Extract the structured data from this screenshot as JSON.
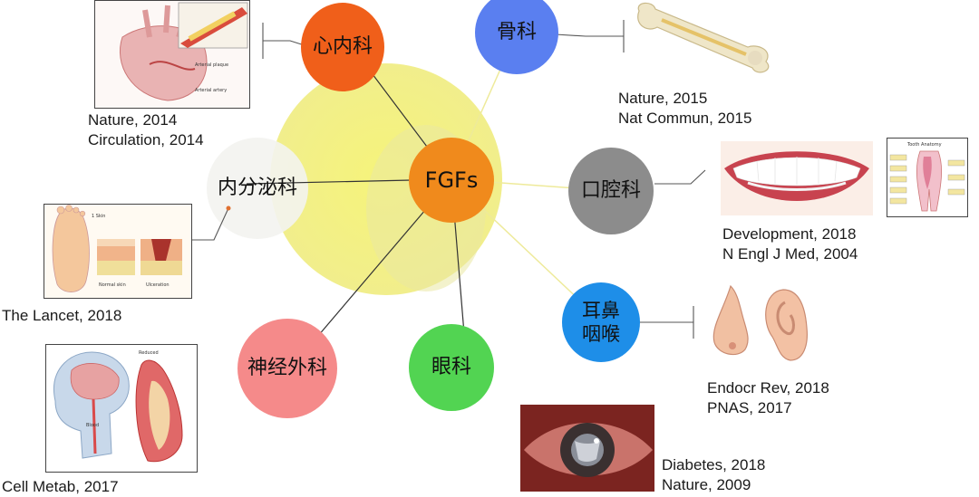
{
  "center": {
    "label": "FGFs",
    "color": "#f08a1c"
  },
  "departments": {
    "cardiology": {
      "label": "心内科",
      "color": "#f05f1a"
    },
    "orthopedics": {
      "label": "骨科",
      "color": "#5a7ff0"
    },
    "stomatology": {
      "label": "口腔科",
      "color": "#8c8c8c"
    },
    "ent": {
      "label_line1": "耳鼻",
      "label_line2": "咽喉",
      "color": "#1e8ee8"
    },
    "ophthalmology": {
      "label": "眼科",
      "color": "#52d452"
    },
    "neurosurgery": {
      "label": "神经外科",
      "color": "#f58a8a"
    },
    "endocrinology": {
      "label": "内分泌科"
    }
  },
  "citations": {
    "cardiology": [
      "Nature, 2014",
      "Circulation, 2014"
    ],
    "orthopedics": [
      "Nature, 2015",
      "Nat Commun, 2015"
    ],
    "stomatology": [
      "Development, 2018",
      "N Engl J Med, 2004"
    ],
    "endocrinology": [
      "The Lancet, 2018"
    ],
    "ent": [
      "Endocr Rev, 2018",
      "PNAS, 2017"
    ],
    "neurosurgery": [
      "Cell Metab, 2017"
    ],
    "ophthalmology": [
      "Diabetes, 2018",
      "Nature, 2009"
    ]
  },
  "figure_labels": {
    "foot": [
      "1 Skin",
      "Normal skin",
      "Ulceration"
    ],
    "tooth": "Tooth Anatomy"
  }
}
